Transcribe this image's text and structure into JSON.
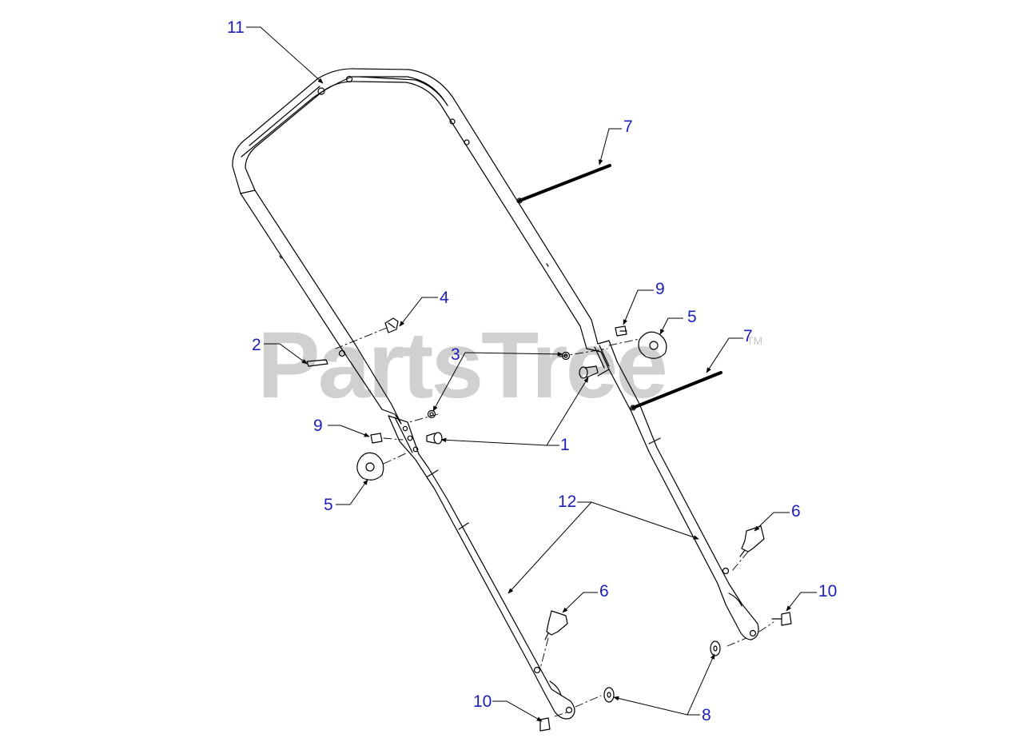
{
  "watermark": {
    "text": "PartsTree",
    "trademark": "TM",
    "color": "#c8c8c8"
  },
  "callout_color": "#1d1db8",
  "line_color": "#000000",
  "callouts": [
    "11",
    "7",
    "4",
    "2",
    "3",
    "9",
    "5",
    "7",
    "9",
    "1",
    "5",
    "12",
    "6",
    "6",
    "10",
    "10",
    "8"
  ]
}
